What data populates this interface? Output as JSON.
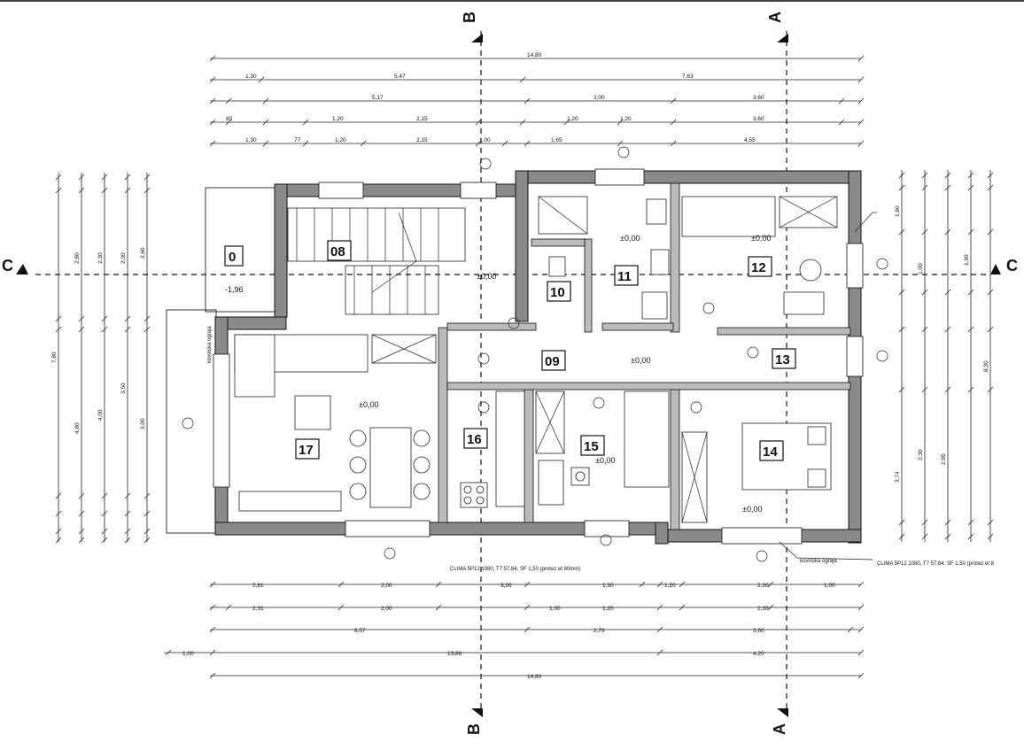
{
  "sections": {
    "a_top": "A",
    "a_bottom": "A",
    "b_top": "B",
    "b_bottom": "B",
    "c_left": "C",
    "c_right": "C"
  },
  "rooms": {
    "r0": "0",
    "r08": "08",
    "r09": "09",
    "r10": "10",
    "r11": "11",
    "r12": "12",
    "r13": "13",
    "r14": "14",
    "r15": "15",
    "r16": "16",
    "r17": "17"
  },
  "levels": {
    "l17": "±0,00",
    "l09": "±0,00",
    "l14": "±0,00",
    "l15": "±0,00",
    "l12": "±0,00",
    "l11": "±0,00",
    "lstair": "±0,00",
    "lext": "-1,96"
  },
  "dims_top": {
    "total": "14,80",
    "row1": [
      "1,30",
      "5,47",
      "7,63"
    ],
    "row2": [
      "5,17",
      "3,00",
      "3,60"
    ],
    "row3": [
      "80",
      "1,20",
      "2,15",
      "1,20",
      "1,20",
      "3,60"
    ],
    "row4": [
      "1,30",
      "77",
      "1,20",
      "2,15",
      "1,00",
      "1,65",
      "4,55"
    ]
  },
  "dims_bottom": {
    "row1": [
      "2,81",
      "2,00",
      "3,26",
      "1,30",
      "1,20",
      "2,30",
      "1,00"
    ],
    "row2": [
      "2,31",
      "2,00",
      "1,00",
      "1,20",
      "2,30"
    ],
    "row3": [
      "6,57",
      "2,73",
      "3,60"
    ],
    "row4": [
      "1,00",
      "13,88",
      "4,20"
    ],
    "total": "14,80"
  },
  "dims_left": [
    "7,80",
    "4,80",
    "4,00",
    "3,50",
    "3,00",
    "2,80",
    "2,30",
    "2,30",
    "2,60"
  ],
  "dims_right": [
    "8,30",
    "1,60",
    "3,74",
    "2,30",
    "2,95",
    "1,00",
    "1,90"
  ],
  "labels": {
    "fence_left": "kovinska ograja",
    "fence_bottom": "kovinska ograja",
    "window_note_bottom": "CLIMA 5P12 1080, T7 57,84, SF 1,50 (protez et 80mm)",
    "window_note_right": "CLIMA 5P12 1080, T7 57,84, SF 1,50 (protez et 8"
  }
}
